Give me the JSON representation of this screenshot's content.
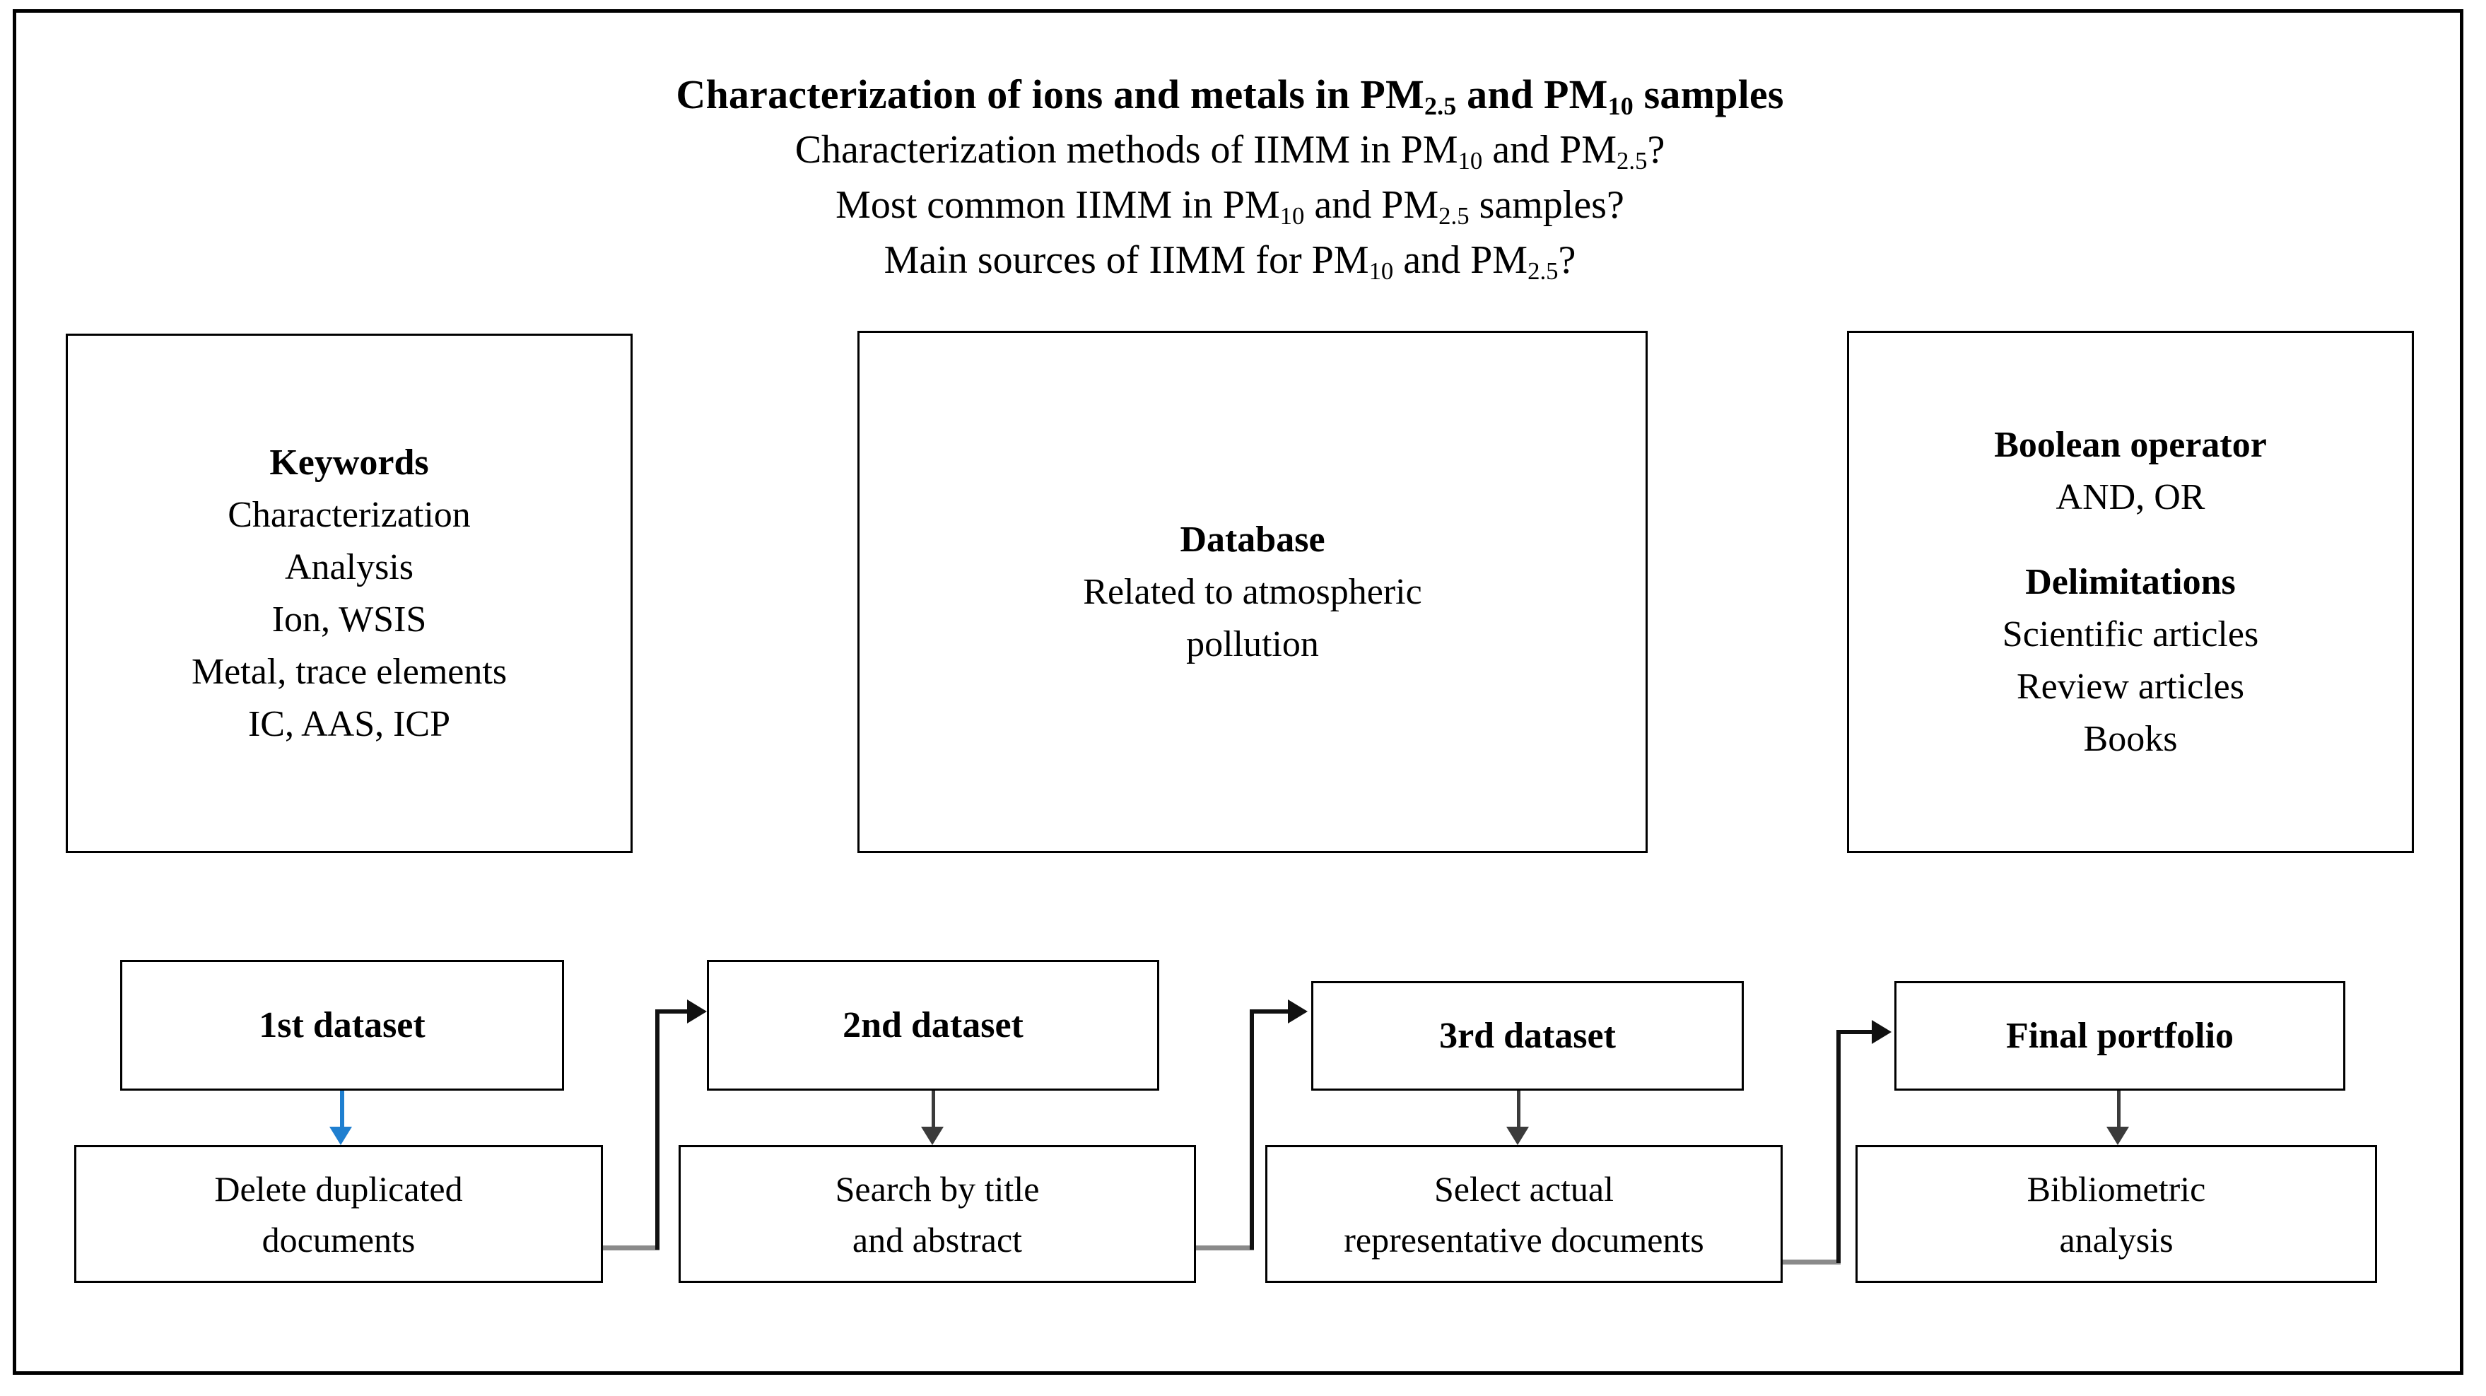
{
  "heading": {
    "title_parts": [
      "Characterization of ions and metals in PM",
      "2.5",
      " and PM",
      "10",
      " samples"
    ],
    "title_plain": "Characterization of ions and metals in PM2.5 and PM10 samples",
    "questions": [
      "Characterization methods of IIMM in PM10 and PM2.5?",
      "Most common IIMM in PM10 and PM2.5 samples?",
      "Main sources of IIMM for PM10 and PM2.5?"
    ]
  },
  "criteria": {
    "keywords": {
      "title": "Keywords",
      "lines": [
        "Characterization",
        "Analysis",
        "Ion, WSIS",
        "Metal, trace elements",
        "IC, AAS, ICP"
      ]
    },
    "database": {
      "title": "Database",
      "lines": [
        "Related to atmospheric",
        "pollution"
      ]
    },
    "boolean": {
      "title": "Boolean operator",
      "lines": [
        "AND, OR"
      ],
      "delimitations_title": "Delimitations",
      "delimitations_lines": [
        "Scientific articles",
        "Review articles",
        "Books"
      ]
    }
  },
  "flow": {
    "datasets": [
      {
        "label": "1st dataset"
      },
      {
        "label": "2nd dataset"
      },
      {
        "label": "3rd dataset"
      },
      {
        "label": "Final portfolio"
      }
    ],
    "actions": [
      {
        "lines": [
          "Delete duplicated",
          "documents"
        ]
      },
      {
        "lines": [
          "Search by title",
          "and abstract"
        ]
      },
      {
        "lines": [
          "Select actual",
          "representative documents"
        ]
      },
      {
        "lines": [
          "Bibliometric",
          "analysis"
        ]
      }
    ]
  },
  "colors": {
    "frame": "#000000",
    "box_border": "#000000",
    "text": "#000000",
    "connector": "#111111",
    "first_arrow_blue": "#1f7fd0",
    "background": "#ffffff"
  }
}
